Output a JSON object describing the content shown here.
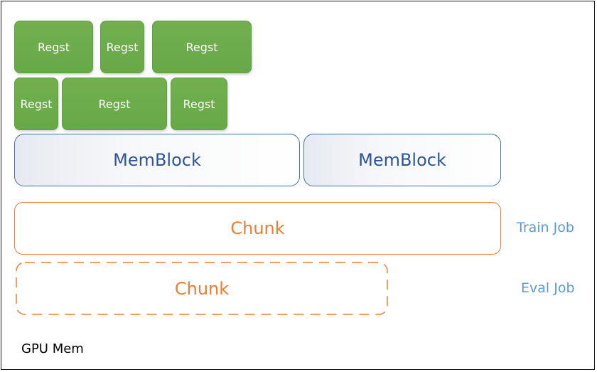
{
  "registers": {
    "row1": [
      "Regst",
      "Regst",
      "Regst"
    ],
    "row2": [
      "Regst",
      "Regst",
      "Regst"
    ]
  },
  "memblocks": [
    "MemBlock",
    "MemBlock"
  ],
  "chunks": {
    "train": {
      "label": "Chunk",
      "job": "Train Job"
    },
    "eval": {
      "label": "Chunk",
      "job": "Eval Job"
    }
  },
  "container_label": "GPU Mem",
  "colors": {
    "regst_fill": "#6aa84f",
    "memblock_border": "#41719c",
    "memblock_text": "#2f5597",
    "chunk": "#ed7d31",
    "job_label": "#5b9bd5"
  }
}
